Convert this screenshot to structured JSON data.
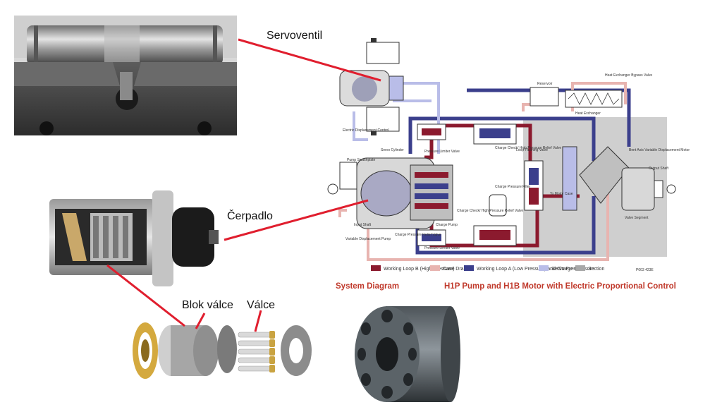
{
  "callouts": {
    "servo": "Servoventil",
    "pump": "Čerpadlo",
    "block": "Blok válce",
    "cylinders": "Válce"
  },
  "diagram": {
    "caption_left": "System Diagram",
    "caption_right": "H1P Pump and H1B Motor with Electric Proportional Control",
    "part_number": "P003 423E",
    "labels": {
      "edc": "Electric Displacement Control",
      "servo_cylinder": "Servo Cylinder",
      "pump_swashplate": "Pump Swashplate",
      "input_shaft": "Input Shaft",
      "variable_pump": "Variable Displacement Pump",
      "pressure_limiter_top": "Pressure Limiter Valve",
      "pressure_limiter_bottom": "Pressure Limiter Valve",
      "charge_check_top": "Charge Check/ High Pressure Relief Valve",
      "charge_check_bottom": "Charge Check/ High Pressure Relief Valve",
      "charge_pump": "Charge Pump",
      "charge_relief": "Charge Pressure Relief Valve",
      "charge_filter": "Charge Pressure Filter",
      "loop_flushing": "Loop Flushing Valve",
      "to_motor_case": "To Motor Case",
      "reservoir": "Reservoir",
      "heat_exchanger": "Heat Exchanger",
      "hx_bypass": "Heat Exchanger Bypass Valve",
      "bent_axis_motor": "Bent Axis Variable Displacement Motor",
      "output_shaft": "Output Shaft",
      "valve_segment": "Valve Segment"
    },
    "legend": [
      {
        "label": "Working Loop B (High Pressure)",
        "color": "#8b1a2e"
      },
      {
        "label": "Case Drain",
        "color": "#e8b4b0"
      },
      {
        "label": "Working Loop A (Low Pressure) and Charge Pressure",
        "color": "#3b3f8c"
      },
      {
        "label": "Servo Pressure",
        "color": "#b9bde8"
      },
      {
        "label": "Section",
        "color": "#a8a8a8"
      }
    ]
  },
  "colors": {
    "callout_line": "#e01e2e",
    "high_pressure": "#8b1a2e",
    "low_pressure": "#3b3f8c",
    "case_drain": "#e8b4b0",
    "servo": "#b9bde8",
    "section": "#cfcfcf"
  }
}
